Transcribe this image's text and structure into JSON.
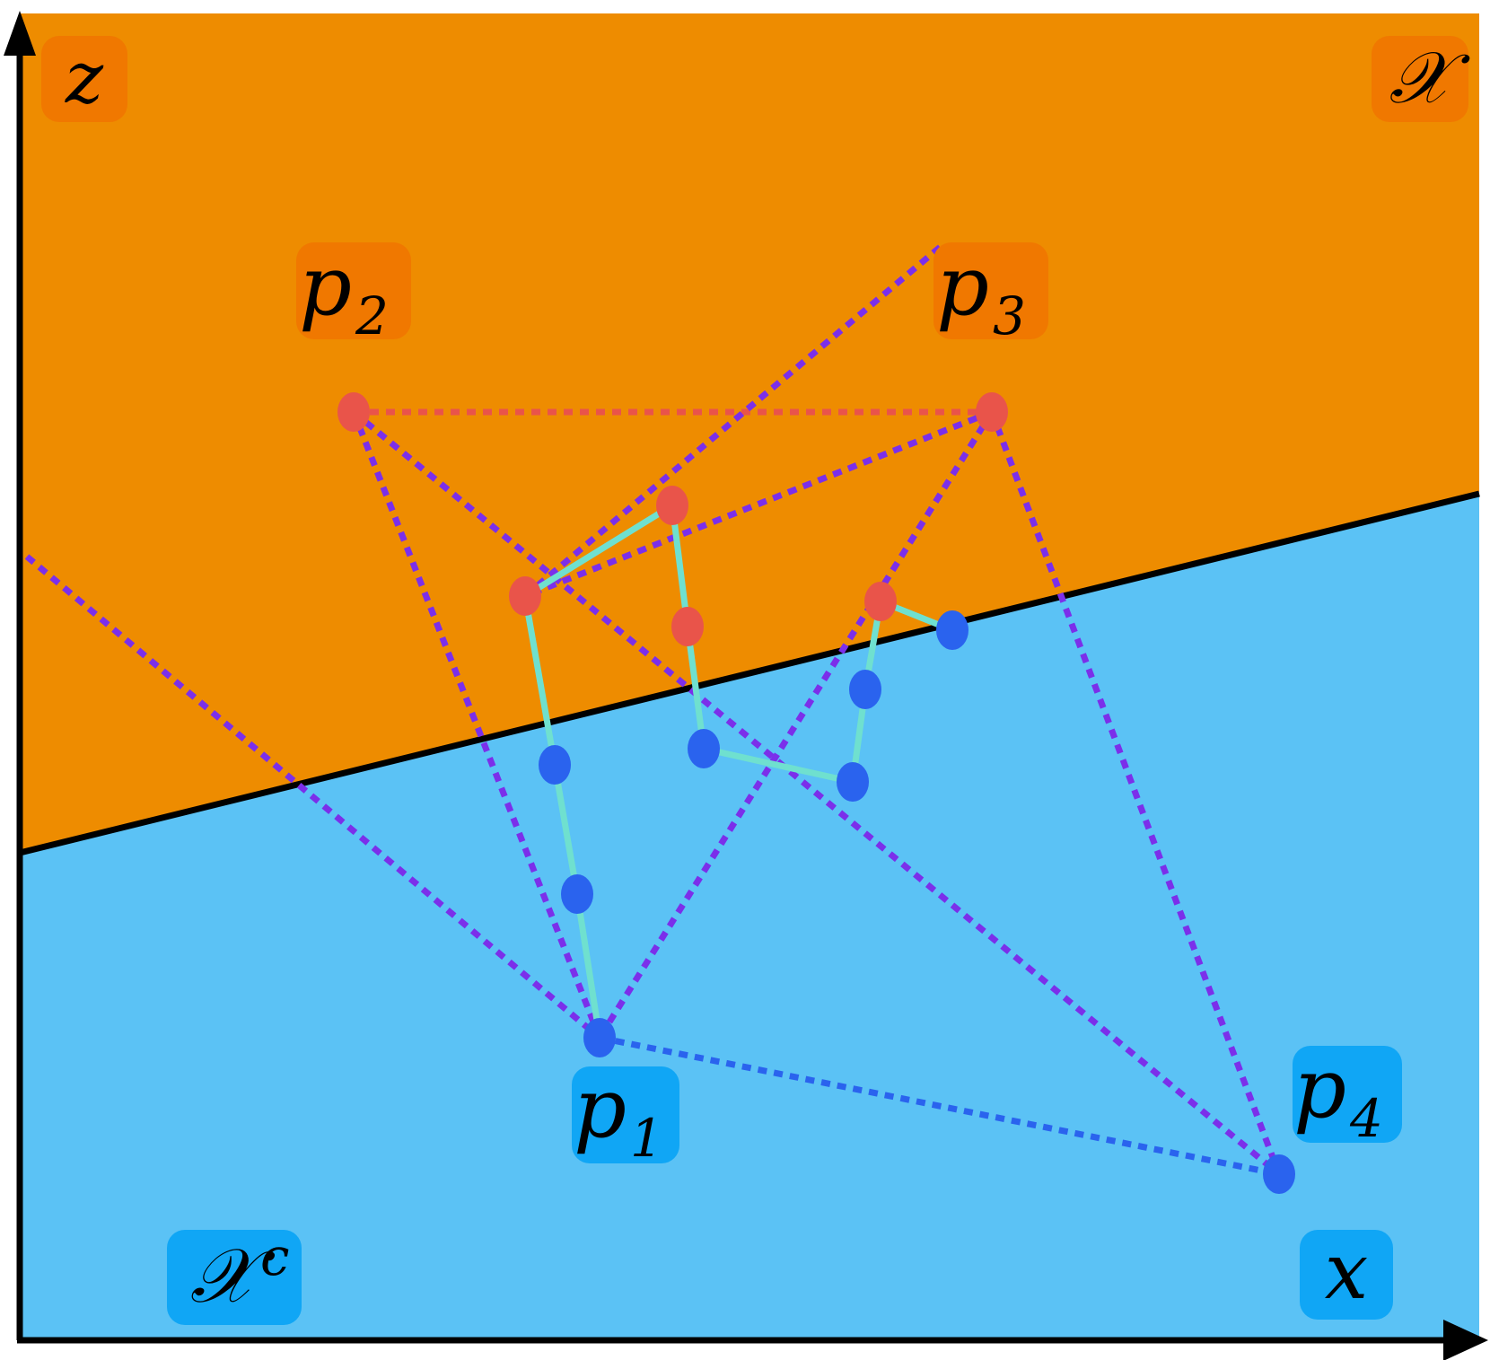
{
  "labels": {
    "z_axis": "z",
    "x_axis": "x",
    "set_X": "𝒳",
    "set_Xc": "𝒳",
    "set_Xc_superscript": "c",
    "p1": "p",
    "p1_sub": "1",
    "p2": "p",
    "p2_sub": "2",
    "p3": "p",
    "p3_sub": "3",
    "p4": "p",
    "p4_sub": "4"
  },
  "colors": {
    "region_X": "#EE8C00",
    "region_Xc": "#5BC2F5",
    "label_box_orange": "#F07800",
    "label_box_blue": "#10A6F5",
    "point_in_X": "#E9544A",
    "point_in_Xc": "#2A63EE",
    "path_segment": "#6FE0CF",
    "dotted_purple": "#7B2FEA",
    "dotted_red": "#E9544A",
    "dotted_blue": "#2A63EE",
    "axis": "#000000",
    "boundary": "#000000"
  },
  "icons": {
    "z_axis_arrow": "arrow-up-icon",
    "x_axis_arrow": "arrow-right-icon"
  }
}
